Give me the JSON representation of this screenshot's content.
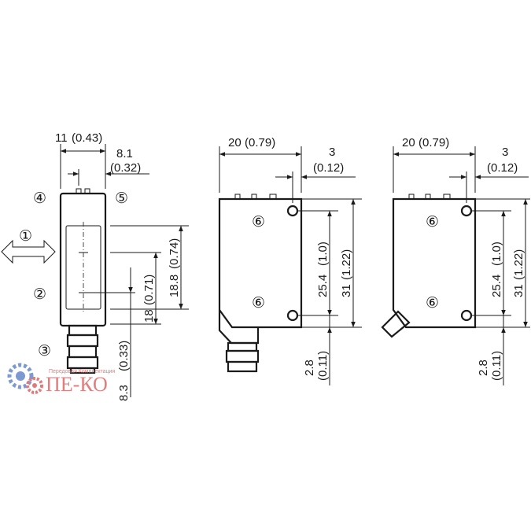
{
  "front_view": {
    "dim_width": {
      "value": "11",
      "inch": "(0.43)"
    },
    "dim_offset": {
      "value": "8.1",
      "inch": "(0.32)"
    },
    "dim_h_outer": {
      "value": "18.8",
      "inch": "(0.74)"
    },
    "dim_h_inner": {
      "value": "18",
      "inch": "(0.71)"
    },
    "dim_connector": {
      "value": "8.3",
      "inch": "(0.33)"
    },
    "markers": [
      "①",
      "②",
      "③",
      "④",
      "⑤"
    ]
  },
  "side_view_connector": {
    "dim_width": {
      "value": "20",
      "inch": "(0.79)"
    },
    "dim_offset": {
      "value": "3",
      "inch": "(0.12)"
    },
    "dim_hole_spacing": {
      "value": "25.4",
      "inch": "(1.0)"
    },
    "dim_height": {
      "value": "31",
      "inch": "(1.22)"
    },
    "dim_bottom": {
      "value": "2.8",
      "inch": "(0.11)"
    },
    "hole_marker": "⑥"
  },
  "side_view_cable": {
    "dim_width": {
      "value": "20",
      "inch": "(0.79)"
    },
    "dim_offset": {
      "value": "3",
      "inch": "(0.12)"
    },
    "dim_hole_spacing": {
      "value": "25.4",
      "inch": "(1.0)"
    },
    "dim_height": {
      "value": "31",
      "inch": "(1.22)"
    },
    "dim_bottom": {
      "value": "2.8",
      "inch": "(0.11)"
    },
    "hole_marker": "⑥"
  },
  "watermark": {
    "text": "ПЕ-КО",
    "subtitle": "Передовая Комплектация",
    "colors": {
      "text": "#e07070",
      "gear_blue": "#6f8fce",
      "gear_red": "#e06a6a"
    }
  }
}
